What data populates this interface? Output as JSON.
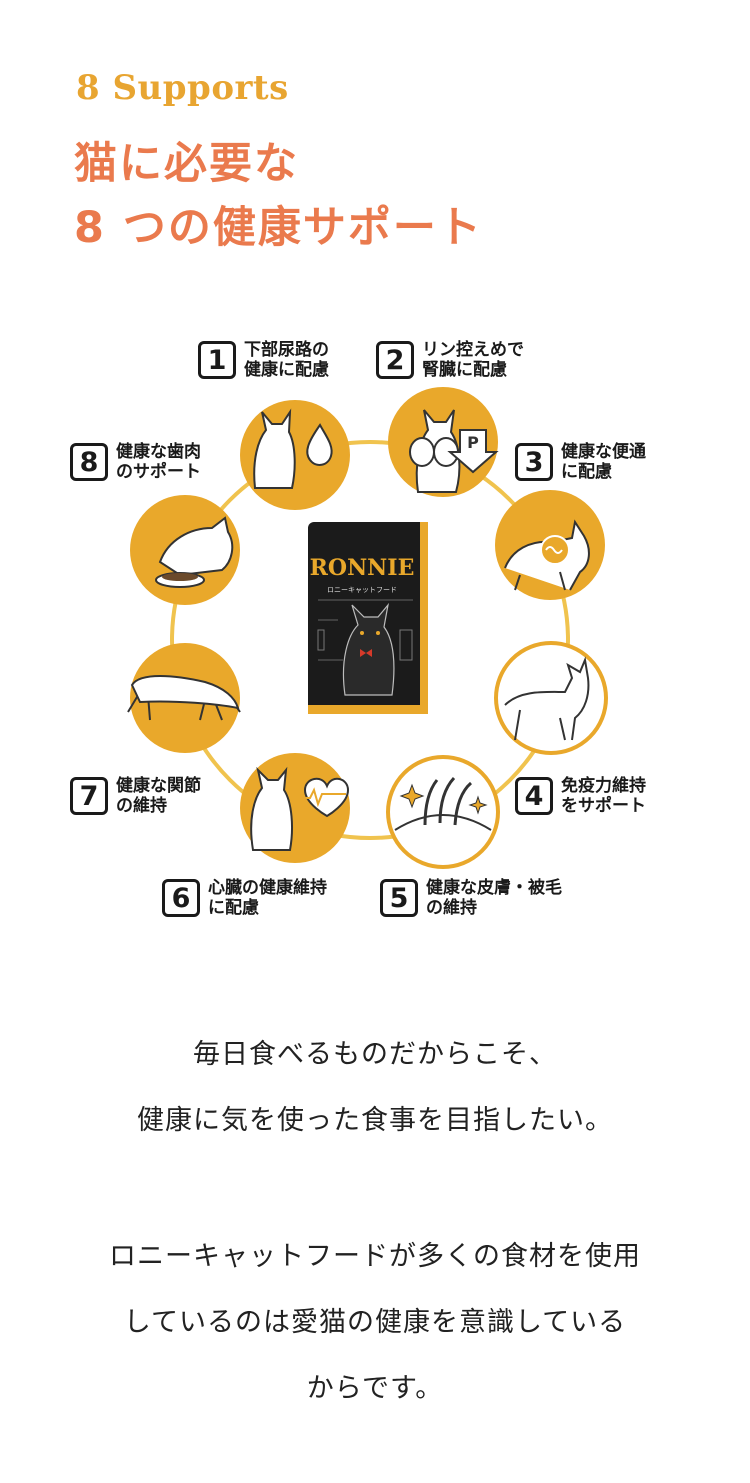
{
  "header": {
    "eyebrow": "8 Supports",
    "title_line1": "猫に必要な",
    "title_line2": "8 つの健康サポート"
  },
  "product": {
    "brand": "RONNIE",
    "subtitle": "ロニーキャットフード"
  },
  "supports": [
    {
      "num": "1",
      "line1": "下部尿路の",
      "line2": "健康に配慮",
      "icon": "urinary-drop-icon"
    },
    {
      "num": "2",
      "line1": "リン控えめで",
      "line2": "腎臓に配慮",
      "icon": "kidney-phosphorus-icon"
    },
    {
      "num": "3",
      "line1": "健康な便通",
      "line2": "に配慮",
      "icon": "intestine-icon"
    },
    {
      "num": "4",
      "line1": "免疫力維持",
      "line2": "をサポート",
      "icon": "immunity-cat-icon"
    },
    {
      "num": "5",
      "line1": "健康な皮膚・被毛",
      "line2": "の維持",
      "icon": "skin-hair-icon"
    },
    {
      "num": "6",
      "line1": "心臓の健康維持",
      "line2": "に配慮",
      "icon": "heart-icon"
    },
    {
      "num": "7",
      "line1": "健康な関節",
      "line2": "の維持",
      "icon": "joint-cat-icon"
    },
    {
      "num": "8",
      "line1": "健康な歯肉",
      "line2": "のサポート",
      "icon": "eating-cat-icon"
    }
  ],
  "body": {
    "p1_line1": "毎日食べるものだからこそ、",
    "p1_line2": "健康に気を使った食事を目指したい。",
    "p2_line1": "ロニーキャットフードが多くの食材を使用",
    "p2_line2": "しているのは愛猫の健康を意識している",
    "p2_line3": "からです。"
  },
  "colors": {
    "accent_yellow": "#e8a531",
    "title_orange": "#ea7a4d",
    "circle_fill": "#e9a82b",
    "ring": "#f0c34e",
    "package": "#1b1b1b"
  }
}
